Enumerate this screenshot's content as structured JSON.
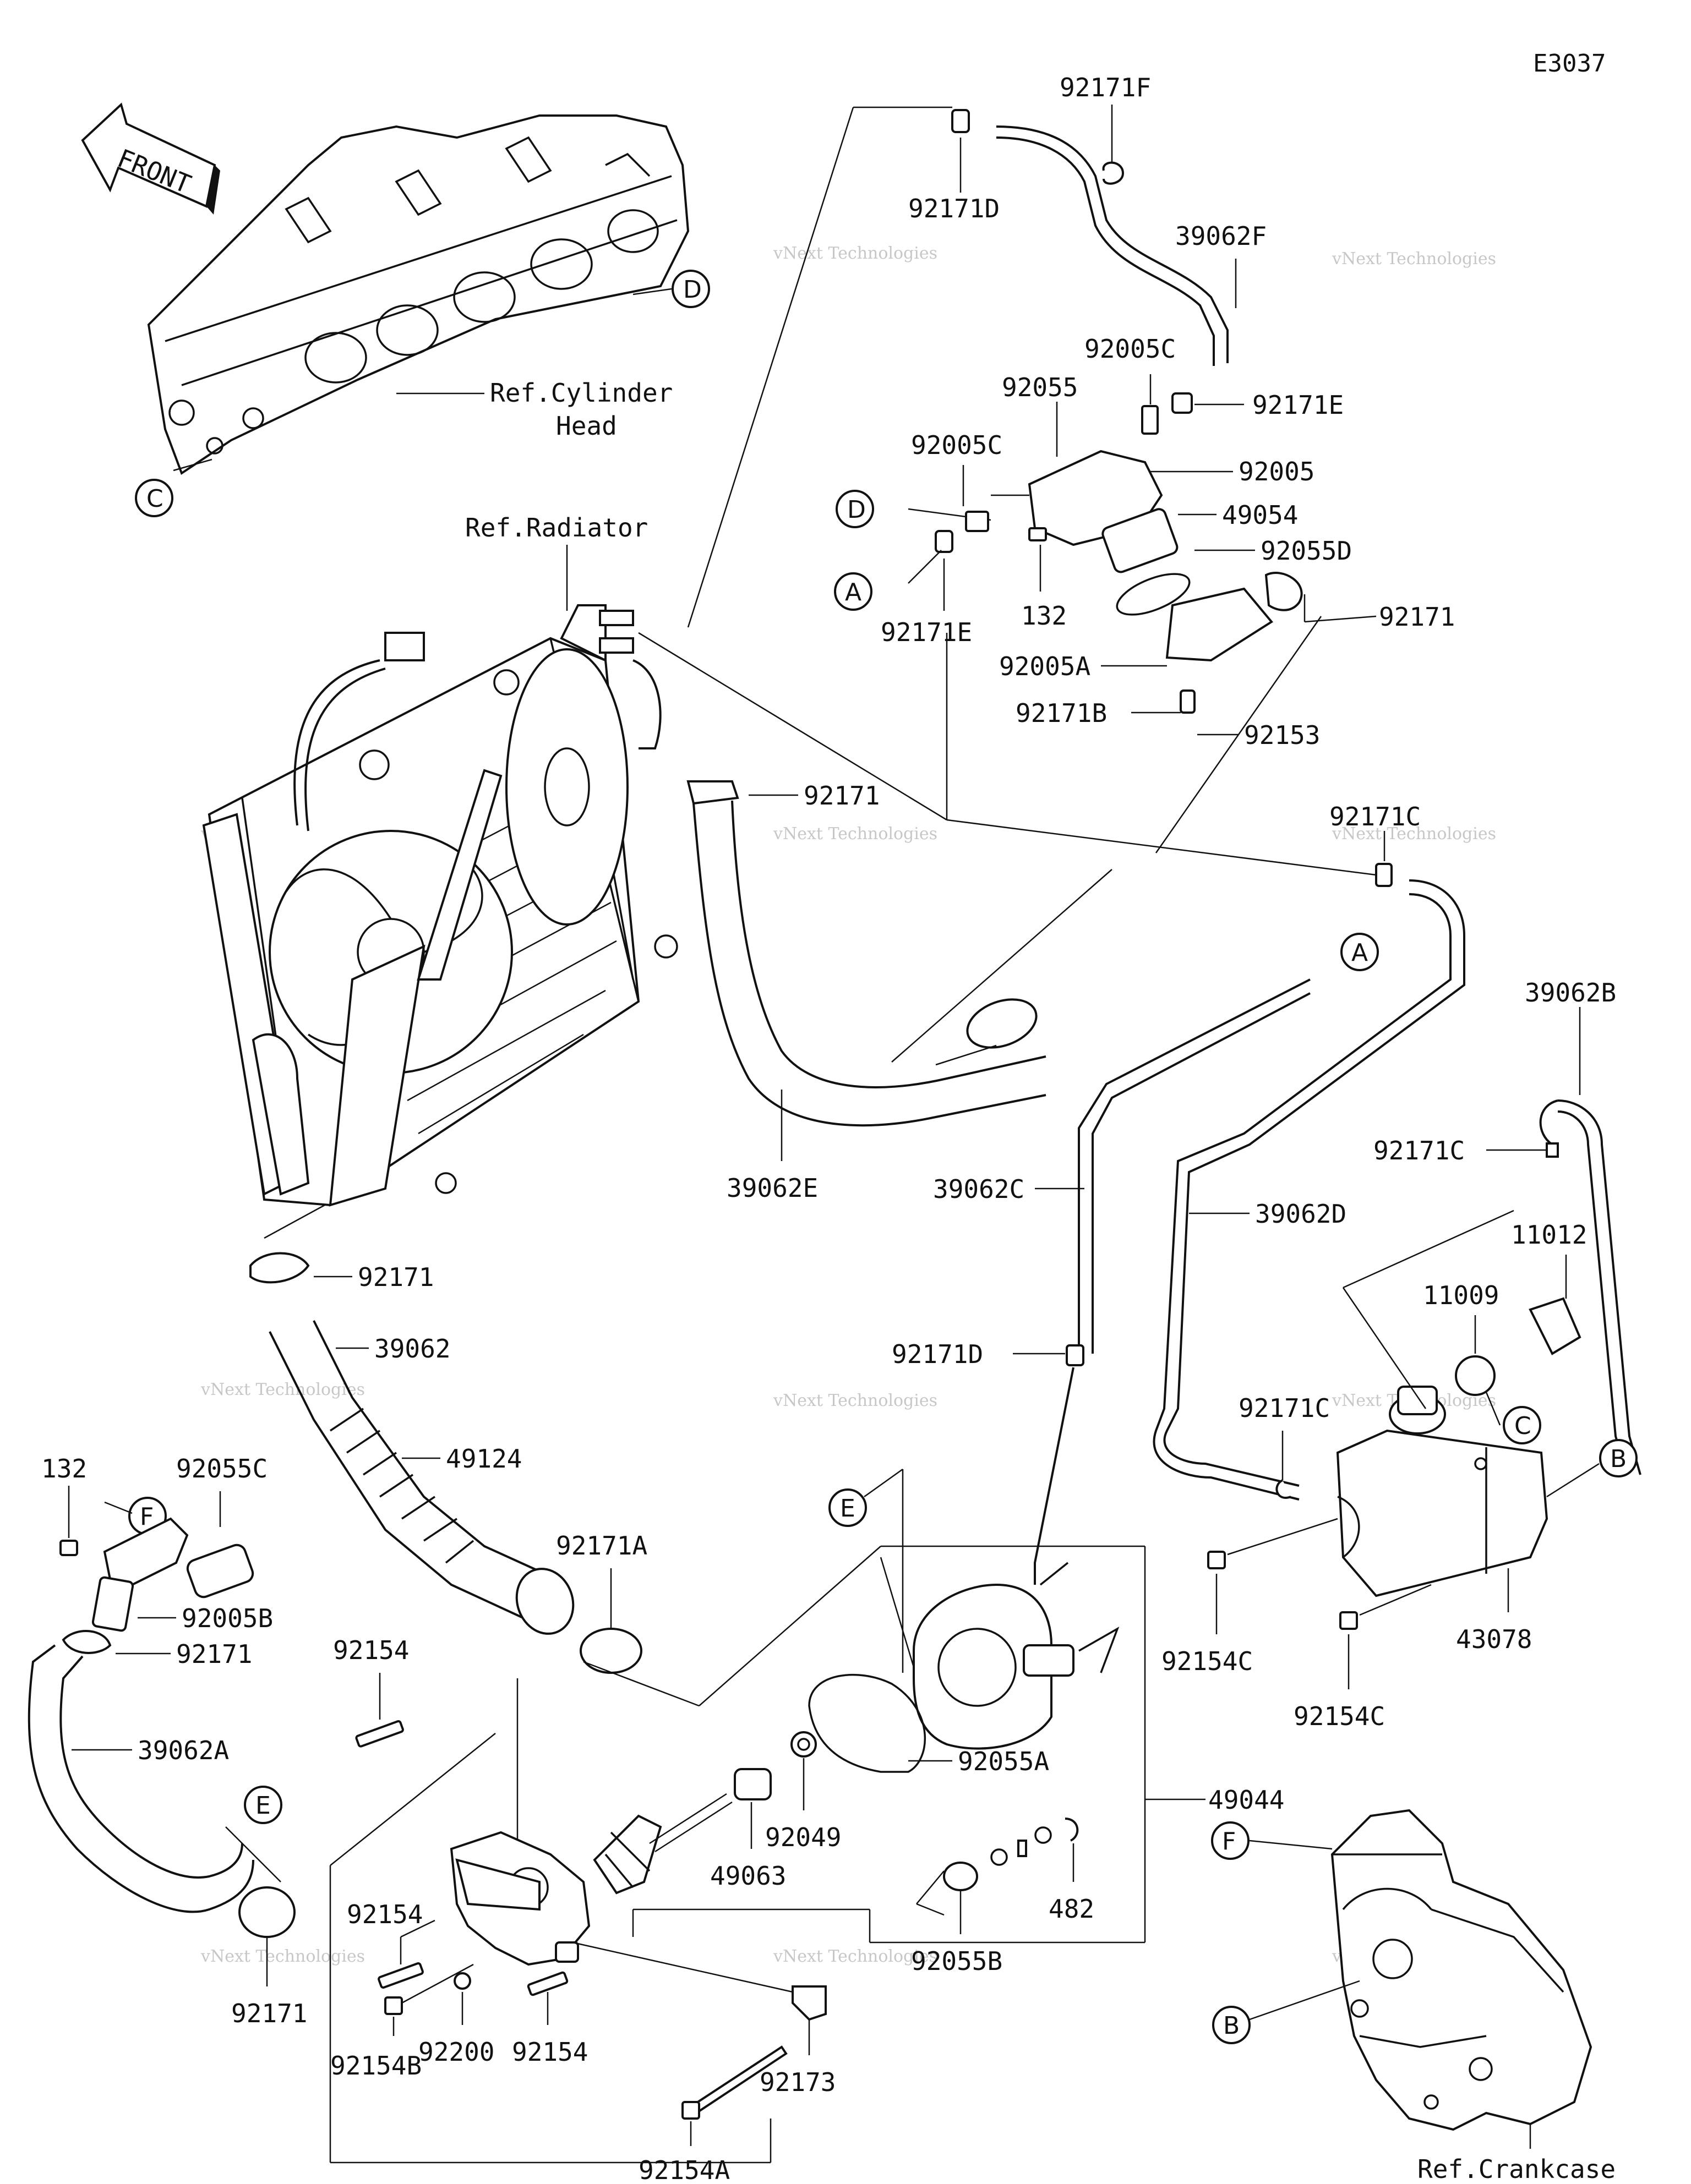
{
  "diagram_code": "E3037",
  "front_label": "FRONT",
  "watermark": {
    "small": "vNext Technologies",
    "big": "vNext Technologies"
  },
  "references": {
    "cylinder_head_line1": "Ref.Cylinder",
    "cylinder_head_line2": "Head",
    "radiator": "Ref.Radiator",
    "crankcase": "Ref.Crankcase"
  },
  "connector_markers": [
    "A",
    "B",
    "C",
    "D",
    "E",
    "F"
  ],
  "part_labels": {
    "p92171F": "92171F",
    "p92171D_top": "92171D",
    "p39062F": "39062F",
    "p92005C_a": "92005C",
    "p92055": "92055",
    "p92171E_a": "92171E",
    "p92005C_b": "92005C",
    "p92005": "92005",
    "p49054": "49054",
    "p92055D": "92055D",
    "p92171_top": "92171",
    "p132_top": "132",
    "p92171E_b": "92171E",
    "p92005A": "92005A",
    "p92171B": "92171B",
    "p92153": "92153",
    "p92171_mid": "92171",
    "p92171C_a": "92171C",
    "p39062B": "39062B",
    "p92171C_b": "92171C",
    "p39062E": "39062E",
    "p39062C": "39062C",
    "p39062D": "39062D",
    "p11012": "11012",
    "p11009": "11009",
    "p92171_low": "92171",
    "p39062": "39062",
    "p92171D_low": "92171D",
    "p92171C_c": "92171C",
    "p49124": "49124",
    "p132_low": "132",
    "p92055C": "92055C",
    "p92171A": "92171A",
    "p92005B": "92005B",
    "p92171_left": "92171",
    "p92154C_a": "92154C",
    "p43078": "43078",
    "p92154_a": "92154",
    "p39062A": "39062A",
    "p92154C_b": "92154C",
    "p92055A": "92055A",
    "p49044": "49044",
    "p92049": "92049",
    "p49063": "49063",
    "p482": "482",
    "p92154_b": "92154",
    "p92055B": "92055B",
    "p92171_bot": "92171",
    "p92200": "92200",
    "p92154_c": "92154",
    "p92154B": "92154B",
    "p92173": "92173",
    "p92154A": "92154A"
  }
}
